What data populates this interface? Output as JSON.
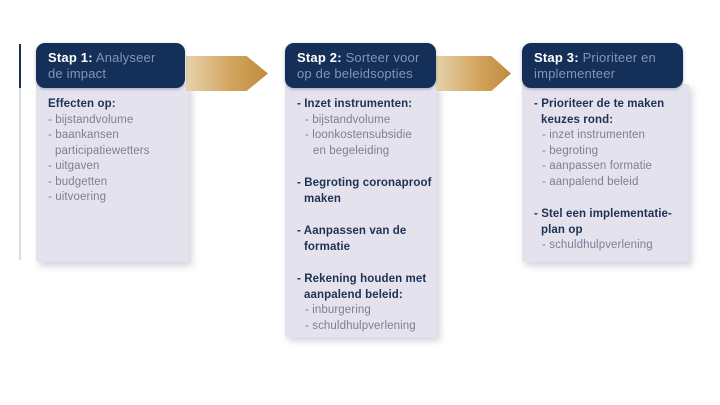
{
  "page": {
    "type": "process-diagram",
    "background": "#ffffff"
  },
  "colors": {
    "header_bg": "#143059",
    "header_text_bold": "#ffffff",
    "header_text_secondary": "#8095bd",
    "body_bg": "#e4e3ed",
    "body_text_bold": "#1d3157",
    "body_text_muted": "#7d7d97",
    "arrow_gradient_start": "#e6d2ab",
    "arrow_gradient_end": "#c08a3c"
  },
  "steps": [
    {
      "header": {
        "bold": "Stap 1:",
        "rest": "Analyseer de impact"
      },
      "items": [
        {
          "text": "Effecten op:"
        },
        {
          "text": "- bijstandvolume"
        },
        {
          "text": "- baankansen"
        },
        {
          "text": "participatiewetters"
        },
        {
          "text": "- uitgaven"
        },
        {
          "text": "- budgetten"
        },
        {
          "text": "- uitvoering"
        }
      ]
    },
    {
      "header": {
        "bold": "Stap 2:",
        "rest": "Sorteer voor op de beleidsopties"
      },
      "items": [
        {
          "text": "- Inzet instrumenten:"
        },
        {
          "text": "- bijstandvolume"
        },
        {
          "text": "- loonkostensubsidie"
        },
        {
          "text": "en begeleiding"
        },
        {
          "text": "- Begroting coronaproof"
        },
        {
          "text": "maken"
        },
        {
          "text": "- Aanpassen van de"
        },
        {
          "text": "formatie"
        },
        {
          "text": "- Rekening houden met"
        },
        {
          "text": "aanpalend beleid:"
        },
        {
          "text": "- inburgering"
        },
        {
          "text": "- schuldhulpverlening"
        }
      ]
    },
    {
      "header": {
        "bold": "Stap 3:",
        "rest": "Prioriteer en implementeer"
      },
      "items": [
        {
          "text": "- Prioriteer de te maken"
        },
        {
          "text": "keuzes rond:"
        },
        {
          "text": "- inzet instrumenten"
        },
        {
          "text": "- begroting"
        },
        {
          "text": "- aanpassen formatie"
        },
        {
          "text": "- aanpalend beleid"
        },
        {
          "text": "- Stel een implementatie-"
        },
        {
          "text": "plan op"
        },
        {
          "text": "- schuldhulpverlening"
        }
      ]
    }
  ],
  "arrows": [
    {
      "from": "Stap 1",
      "to": "Stap 2"
    },
    {
      "from": "Stap 2",
      "to": "Stap 3"
    }
  ]
}
